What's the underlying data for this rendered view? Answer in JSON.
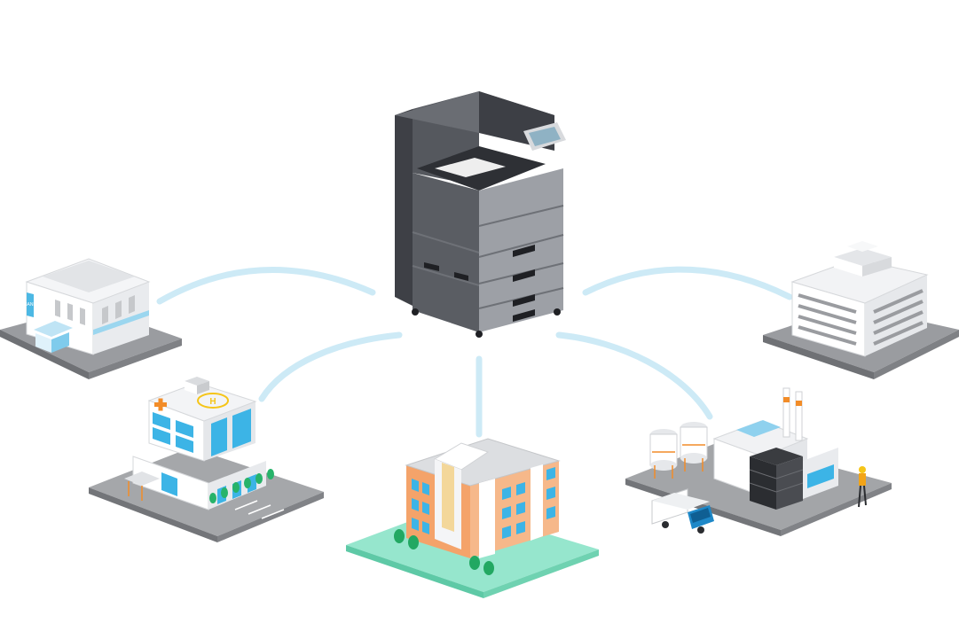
{
  "diagram": {
    "center": {
      "icon": "multifunction-printer-icon"
    },
    "nodes": [
      {
        "id": "bank",
        "icon": "bank-building-icon",
        "sign_text": "BANK"
      },
      {
        "id": "office",
        "icon": "office-building-icon"
      },
      {
        "id": "hospital",
        "icon": "hospital-building-icon",
        "helipad_text": "H"
      },
      {
        "id": "school",
        "icon": "school-building-icon"
      },
      {
        "id": "factory",
        "icon": "factory-building-icon"
      }
    ],
    "connections": [
      {
        "from": "printer",
        "to": "bank"
      },
      {
        "from": "printer",
        "to": "office"
      },
      {
        "from": "printer",
        "to": "hospital"
      },
      {
        "from": "printer",
        "to": "school"
      },
      {
        "from": "printer",
        "to": "factory"
      }
    ],
    "colors": {
      "connector": "#cfeaf5",
      "printer_body": "#8e9197",
      "printer_dark": "#4a4c52",
      "ground_gray": "#9a9c9f",
      "ground_green": "#8ee3c9",
      "glass_blue": "#3cb4e6",
      "accent_orange": "#f28c28",
      "brick_orange": "#f4a36a"
    }
  }
}
